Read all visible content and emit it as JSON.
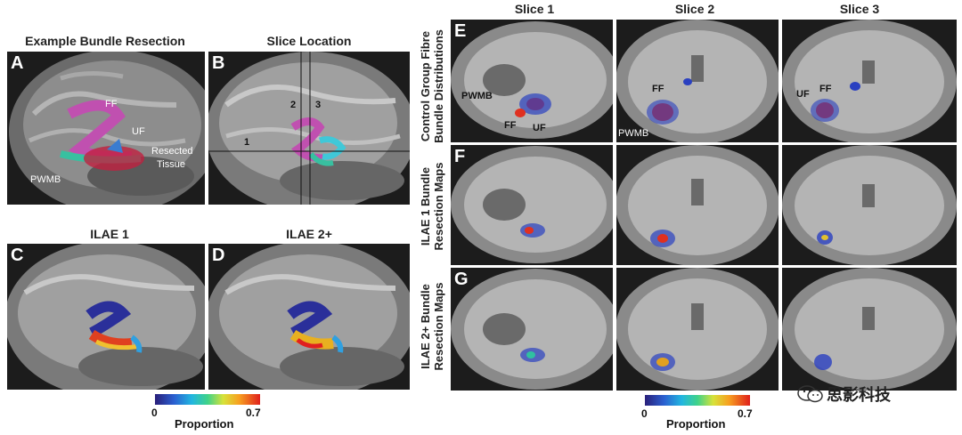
{
  "left": {
    "title_a": "Example Bundle Resection",
    "title_b": "Slice Location",
    "title_c": "ILAE 1",
    "title_d": "ILAE 2+",
    "letter_a": "A",
    "letter_b": "B",
    "letter_c": "C",
    "letter_d": "D",
    "a_labels": {
      "ff": "FF",
      "uf": "UF",
      "resected": "Resected",
      "tissue": "Tissue",
      "pwmb": "PWMB"
    },
    "b_labels": {
      "n1": "1",
      "n2": "2",
      "n3": "3"
    },
    "colorbar": {
      "min": "0",
      "max": "0.7",
      "title": "Proportion"
    }
  },
  "right": {
    "col1": "Slice 1",
    "col2": "Slice 2",
    "col3": "Slice 3",
    "letter_e": "E",
    "letter_f": "F",
    "letter_g": "G",
    "row_e": [
      "Control Group Fibre",
      "Bundle Distributions"
    ],
    "row_f": [
      "ILAE 1 Bundle",
      "Resection Maps"
    ],
    "row_g": [
      "ILAE 2+ Bundle",
      "Resection Maps"
    ],
    "e_labels": {
      "pwmb1": "PWMB",
      "ff1": "FF",
      "uf1": "UF",
      "ff2": "FF",
      "pwmb2": "PWMB",
      "uf3": "UF",
      "ff3": "FF"
    },
    "colorbar": {
      "min": "0",
      "max": "0.7",
      "title": "Proportion"
    }
  },
  "watermark": "思影科技",
  "colors": {
    "ff": "#c050b0",
    "uf": "#3a7cd0",
    "pwmb": "#38c0a0",
    "resected": "#c02040"
  }
}
